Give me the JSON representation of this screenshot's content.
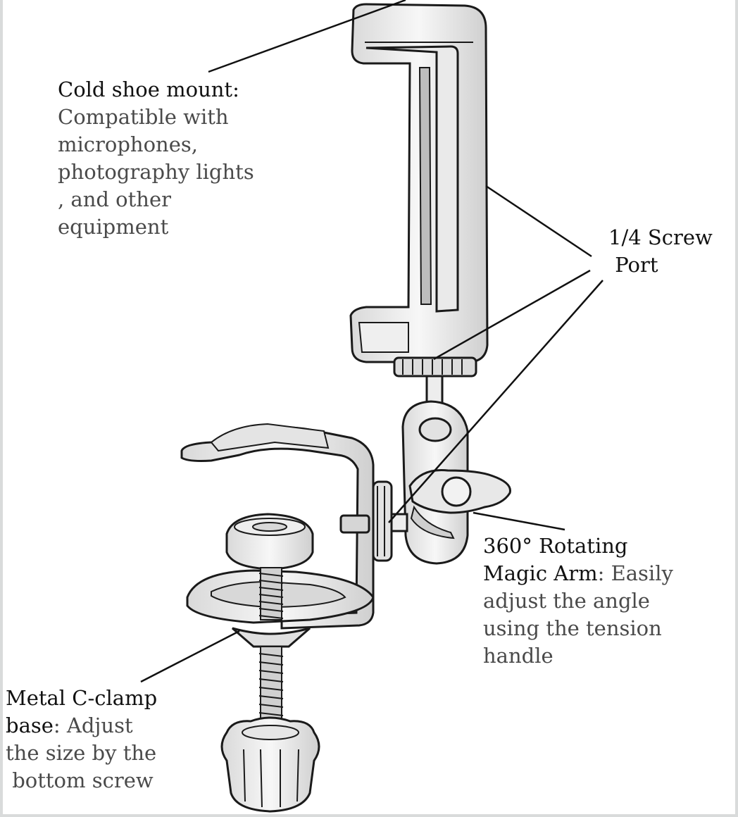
{
  "labels": {
    "cold_shoe": {
      "title": "Cold shoe mount:",
      "desc_lines": [
        "Compatible with",
        "microphones,",
        "photography lights",
        ", and other",
        "equipment"
      ]
    },
    "screw_port": {
      "lines": [
        "1/4 Screw",
        " Port"
      ]
    },
    "magic_arm": {
      "title_line1": "360° Rotating",
      "title_line2": "Magic Arm",
      "desc_inline": ": Easily",
      "desc_lines": [
        "adjust the angle",
        "using the tension",
        "handle"
      ]
    },
    "c_clamp": {
      "title_line1": "Metal C-clamp",
      "title_line2": "base",
      "desc_inline": ": Adjust",
      "desc_lines": [
        "the size by the",
        " bottom screw"
      ]
    }
  },
  "colors": {
    "background": "#ffffff",
    "border": "#d9dbdb",
    "ink": "#111111",
    "text_grey": "#4a4a4a",
    "sketch_fill": "#f2f2f2"
  },
  "icons": {
    "product": "phone-holder-clamp-sketch"
  }
}
